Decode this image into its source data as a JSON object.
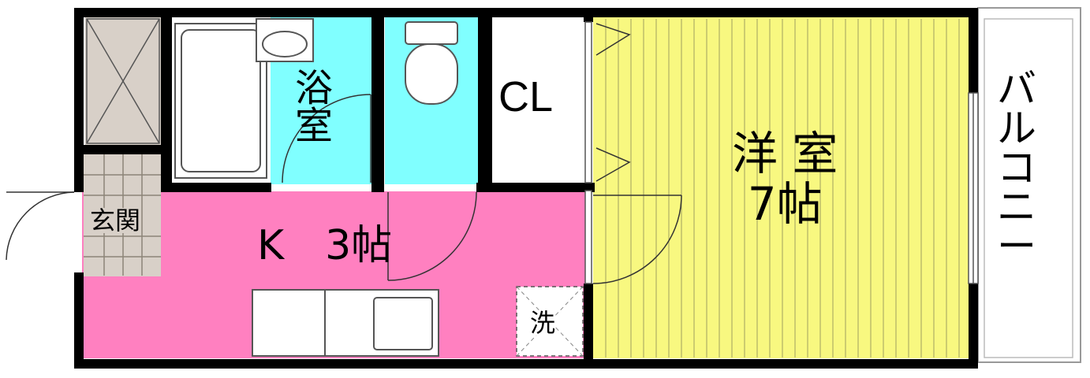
{
  "floorplan": {
    "colors": {
      "wall": "#000000",
      "bath": "#80ffff",
      "kitchen": "#ff80c0",
      "western_room": "#f8f880",
      "genkan": "#d8d0c8",
      "background": "#ffffff"
    },
    "rooms": {
      "bath": {
        "label_line1": "浴",
        "label_line2": "室"
      },
      "closet": {
        "label": "CL"
      },
      "western": {
        "label_line1": "洋 室",
        "label_line2": "7帖"
      },
      "kitchen": {
        "label": "K　3帖"
      },
      "genkan": {
        "label": "玄関"
      },
      "washer": {
        "label": "洗"
      },
      "balcony": {
        "label_chars": [
          "バ",
          "ル",
          "コ",
          "ニ",
          "ー"
        ]
      }
    }
  }
}
